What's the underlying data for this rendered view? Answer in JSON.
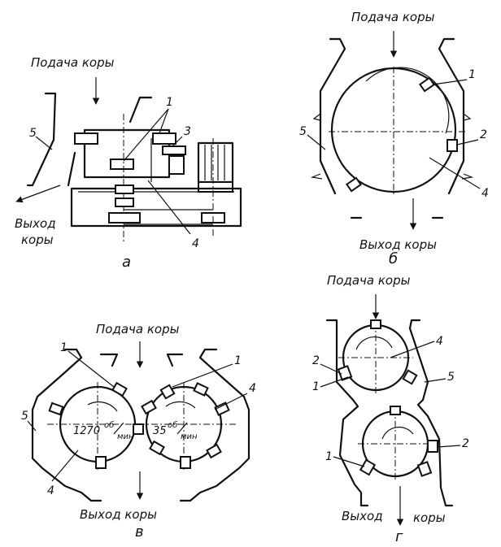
{
  "panels": {
    "a": {
      "caption": "а",
      "feed": "Подача коры",
      "exit_line1": "Выход",
      "exit_line2": "коры",
      "callouts": [
        "1",
        "3",
        "4",
        "5"
      ]
    },
    "b": {
      "caption": "б",
      "feed": "Подача коры",
      "exit": "Выход коры",
      "callouts": [
        "1",
        "2",
        "4",
        "5"
      ]
    },
    "v": {
      "caption": "в",
      "feed": "Подача коры",
      "exit": "Выход коры",
      "speed_left": "1270",
      "speed_right": "35",
      "speed_unit_top": "об",
      "speed_unit_bottom": "мин",
      "callouts": [
        "1",
        "1",
        "4",
        "5",
        "4"
      ]
    },
    "g": {
      "caption": "г",
      "feed": "Подача коры",
      "exit_left": "Выход",
      "exit_right": "коры",
      "callouts": [
        "4",
        "2",
        "1",
        "5",
        "1",
        "2"
      ]
    }
  }
}
